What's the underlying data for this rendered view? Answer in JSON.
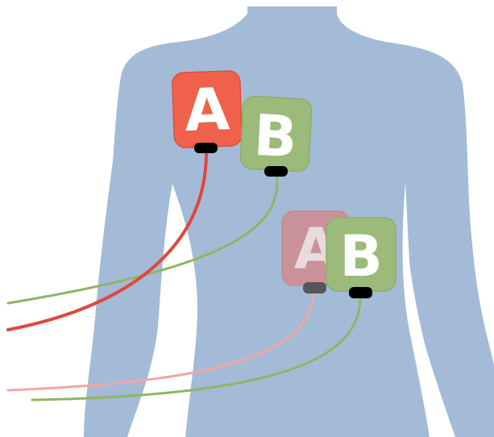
{
  "colors": {
    "background": "#ffffff",
    "body": "#a3bbd6",
    "pad_a": "#f0614b",
    "pad_a_stroke": "#e34d37",
    "pad_a_faded": "#cf8d91",
    "pad_a_faded_stroke": "#c98389",
    "pad_b": "#9cbb7a",
    "pad_b_stroke": "#8bae69",
    "connector": "#000000",
    "wire_a": "#e2463c",
    "wire_a_faded": "#f2a5a3",
    "wire_b": "#90b565",
    "letter": "#ffffff"
  },
  "pads": {
    "upper_a": {
      "label": "A"
    },
    "upper_b": {
      "label": "B"
    },
    "lower_a": {
      "label": "A"
    },
    "lower_b": {
      "label": "B"
    }
  }
}
